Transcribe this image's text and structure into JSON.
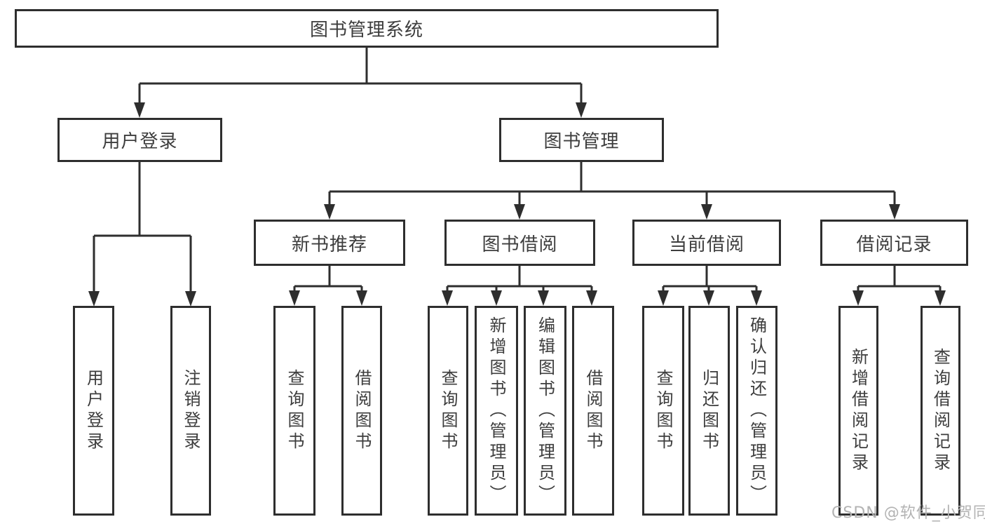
{
  "tree": {
    "root": "图书管理系统",
    "login": {
      "label": "用户登录",
      "children": [
        "用户登录",
        "注销登录"
      ]
    },
    "mgmt": {
      "label": "图书管理",
      "groups": [
        {
          "label": "新书推荐",
          "children": [
            "查询图书",
            "借阅图书"
          ]
        },
        {
          "label": "图书借阅",
          "children": [
            "查询图书",
            "新增图书（管理员）",
            "编辑图书（管理员）",
            "借阅图书"
          ]
        },
        {
          "label": "当前借阅",
          "children": [
            "查询图书",
            "归还图书",
            "确认归还（管理员）"
          ]
        },
        {
          "label": "借阅记录",
          "children": [
            "新增借阅记录",
            "查询借阅记录"
          ]
        }
      ]
    }
  },
  "watermark": {
    "text": "CSDN @软件_小贺同学"
  },
  "colors": {
    "line": "#2e2e2e",
    "box_border": "#2e2e2e",
    "text": "#3d3d3d",
    "watermark": "#b3b3b3",
    "background": "#ffffff"
  }
}
